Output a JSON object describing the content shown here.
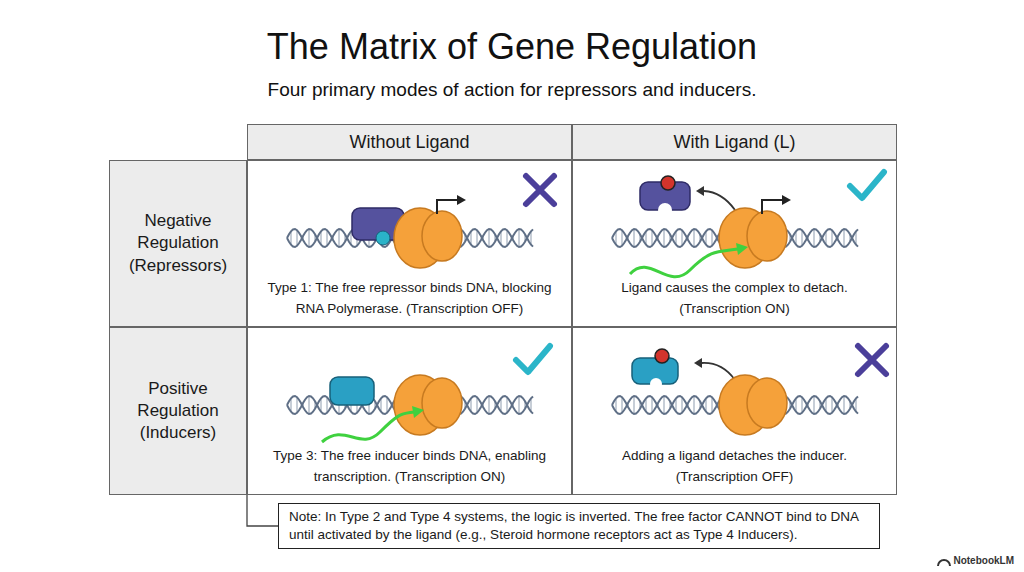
{
  "diagram": {
    "title": "The Matrix of Gene Regulation",
    "caption": "Four primary modes of action for repressors and inducers.",
    "nodes": [
      {
        "text": [
          "Without Ligand"
        ]
      },
      {
        "text": [
          "With Ligand (L)"
        ]
      },
      {
        "text": [
          "Negative Regulation (Repressors)"
        ]
      },
      {
        "text": [
          "Type 1: The free repressor binds DNA, blocking RNA Polymerase. (Transcription OFF)"
        ]
      },
      {
        "text": [
          "Ligand causes the complex to detach. (Transcription ON)"
        ]
      },
      {
        "text": [
          "Positive Regulation (Inducers)"
        ]
      },
      {
        "text": [
          "Type 3: The free inducer binds DNA, enabling transcription. (Transcription ON)"
        ]
      },
      {
        "text": [
          "Adding a ligand detaches the inducer. (Transcription OFF)"
        ]
      },
      {
        "text": [
          "Note: In Type 2 and Type 4 systems, the logic is inverted. The free factor CANNOT bind to DNA until activated by the ligand (e.g., Steroid hormone receptors act as Type 4 Inducers)."
        ]
      }
    ],
    "edges": [
      {
        "from": 5,
        "to": 8,
        "arrow": "none"
      }
    ],
    "labels": [
      "NotebookLM"
    ]
  }
}
